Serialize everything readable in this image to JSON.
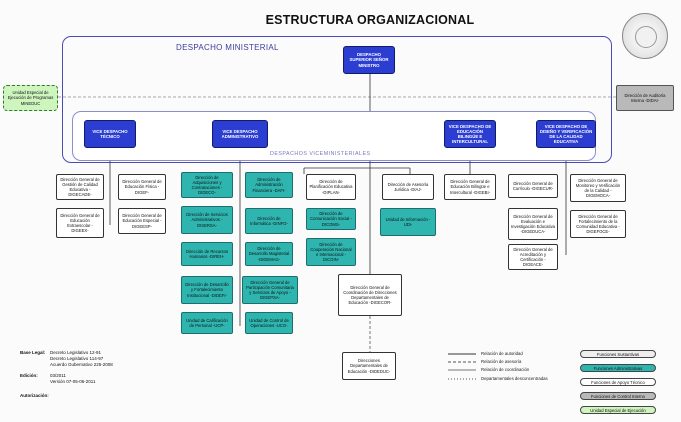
{
  "title": "ESTRUCTURA ORGANIZACIONAL",
  "despacho_label": "DESPACHO MINISTERIAL",
  "vice_label": "DESPACHOS VICEMINISTERIALES",
  "colors": {
    "blue": "#2c3ed1",
    "teal": "#2fb5b0",
    "gray": "#b9b9b9",
    "green": "#cdf5bd",
    "frame": "#4b4bb7"
  },
  "nodes": {
    "minister": "DESPACHO SUPERIOR SEÑOR MINISTRO",
    "unidad_especial": "Unidad Especial de Ejecución de Programas MINEDUC",
    "auditoria": "Dirección de Auditoría Interna -DIDAI-",
    "vice_tecnico": "VICE DESPACHO TÉCNICO",
    "vice_admin": "VICE DESPACHO ADMINISTRATIVO",
    "vice_bilingue": "VICE DESPACHO DE EDUCACIÓN BILINGÜE E INTERCULTURAL",
    "vice_calidad": "VICE DESPACHO DE DISEÑO Y VERIFICACIÓN DE LA CALIDAD EDUCATIVA",
    "digecade": "Dirección General de Gestión de Calidad Educativa -DIGECADE-",
    "digef": "Dirección General de Educación Física -DIGEF-",
    "digex": "Dirección General de Educación Extraescolar -DIGEEX-",
    "digeesp": "Dirección General de Educación Especial -DIGEESP-",
    "diadeb": "Dirección de Adquisiciones y Contrataciones -DIDECO-",
    "dafi": "Dirección de Administración Financiera -DAFI-",
    "diserv": "Dirección de Servicios Administrativos -DISERSA-",
    "dinfo": "Dirección de Informática -DINFO-",
    "dirh": "Dirección de Recursos Humanos -DIREH-",
    "didema": "Dirección de Desarrollo Magisterial -DIDEMAG-",
    "didefi": "Dirección de Desarrollo y Fortalecimiento Institucional -DIDEFI-",
    "digepsa": "Dirección General de Participación Comunitaria y Servicios de Apoyo -DIGEPSA-",
    "ucri": "Unidad de Calificación de Personal -UCP-",
    "juri": "Unidad de Control de Operaciones -UCO-",
    "dipla": "Dirección de Planificación Educativa -DIPLAN-",
    "dicoms": "Dirección de Comunicación Social -DICOMS-",
    "dicoin": "Dirección de Cooperación Nacional e Internacional -DICOIN-",
    "diaj": "Dirección de Asesoría Jurídica -DIAJ-",
    "ug": "Unidad de Información -UDI-",
    "digebi": "Dirección General de Educación Bilingüe e Intercultural -DIGEBI-",
    "digecur": "Dirección General de Currículo -DIGECUR-",
    "digemoca": "Dirección General de Monitoreo y Verificación de la Calidad -DIGEMOCA-",
    "digeduca": "Dirección General de Evaluación e Investigación Educativa -DIGEDUCA-",
    "digefoce": "Dirección General de Fortalecimiento de la Comunidad Educativa -DIGEFOCE-",
    "digeace": "Dirección General de Acreditación y Certificación -DIGEACE-",
    "digecor": "Dirección General de Coordinación de Direcciones Departamentales de Educación -DIGECOR-",
    "direcciones_dep": "Direcciones Departamentales de Educación -DIDEDUC-"
  },
  "notes": {
    "base_legal": "Base Legal:",
    "base_lines": [
      "Decreto Legislativo 12-91",
      "Decreto Legislativo 114-97",
      "Acuerdo Gubernativo 225-2008"
    ],
    "edicion": "Edición:",
    "edicion_lines": [
      "03/2011",
      "Versión 07-05-06-2011"
    ],
    "autorizacion": "Autorización:"
  },
  "legend_lines": [
    {
      "label": "Relación de autoridad"
    },
    {
      "label": "Relación de asesoría"
    },
    {
      "label": "Relación de coordinación"
    },
    {
      "label": "Departamentales desconcentradas"
    }
  ],
  "legend_boxes": [
    {
      "label": "Funciones Sustantivas"
    },
    {
      "label": "Funciones Administrativas"
    },
    {
      "label": "Funciones de Apoyo Técnico"
    },
    {
      "label": "Funciones de Control Interno"
    },
    {
      "label": "Unidad Especial de Ejecución"
    }
  ]
}
